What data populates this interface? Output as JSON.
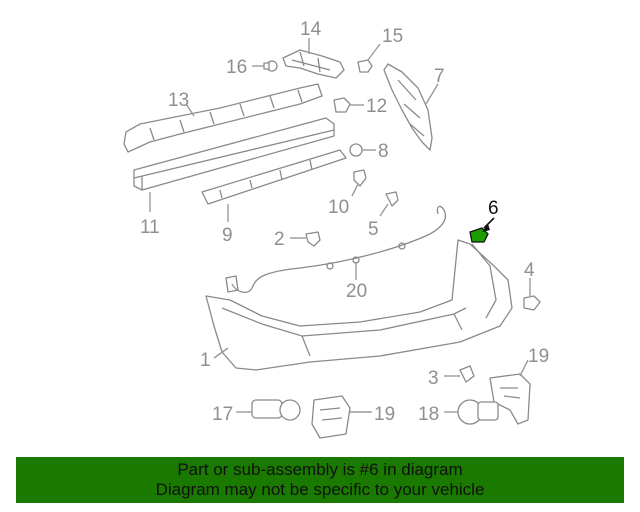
{
  "diagram": {
    "highlight_color": "#1a9e00",
    "callouts": [
      {
        "id": "c14",
        "label": "14"
      },
      {
        "id": "c15",
        "label": "15"
      },
      {
        "id": "c16",
        "label": "16"
      },
      {
        "id": "c7",
        "label": "7"
      },
      {
        "id": "c13",
        "label": "13"
      },
      {
        "id": "c12",
        "label": "12"
      },
      {
        "id": "c8",
        "label": "8"
      },
      {
        "id": "c11",
        "label": "11"
      },
      {
        "id": "c9",
        "label": "9"
      },
      {
        "id": "c10",
        "label": "10"
      },
      {
        "id": "c5",
        "label": "5"
      },
      {
        "id": "c6",
        "label": "6"
      },
      {
        "id": "c2",
        "label": "2"
      },
      {
        "id": "c20",
        "label": "20"
      },
      {
        "id": "c4",
        "label": "4"
      },
      {
        "id": "c1",
        "label": "1"
      },
      {
        "id": "c3",
        "label": "3"
      },
      {
        "id": "c19a",
        "label": "19"
      },
      {
        "id": "c17",
        "label": "17"
      },
      {
        "id": "c19b",
        "label": "19"
      },
      {
        "id": "c18",
        "label": "18"
      }
    ]
  },
  "banner": {
    "background": "#1a7a00",
    "line1": "Part or sub-assembly is #6 in diagram",
    "line2": "Diagram may not be specific to your vehicle"
  }
}
